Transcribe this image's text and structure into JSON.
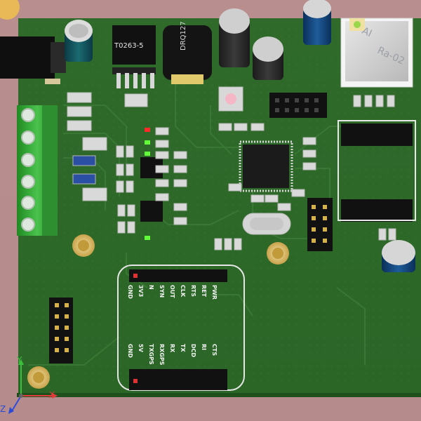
{
  "app": {
    "title": ""
  },
  "board": {
    "ic_label_regulator": "T0263-5",
    "ic_label_inductor": "DRQ127",
    "module_label_line1": "AI",
    "module_label_line2": "Ra-02",
    "header_top_labels": [
      "GND",
      "3V3",
      "N",
      "SYN",
      "OUT",
      "CLK",
      "RTS",
      "RET",
      "PWR"
    ],
    "header_bottom_labels": [
      "GND",
      "5V",
      "TXGPS",
      "RXGPS",
      "RX",
      "TX",
      "DCD",
      "RI",
      "CTS"
    ]
  },
  "axes": {
    "x": "X",
    "y": "Y",
    "z": "Z"
  }
}
